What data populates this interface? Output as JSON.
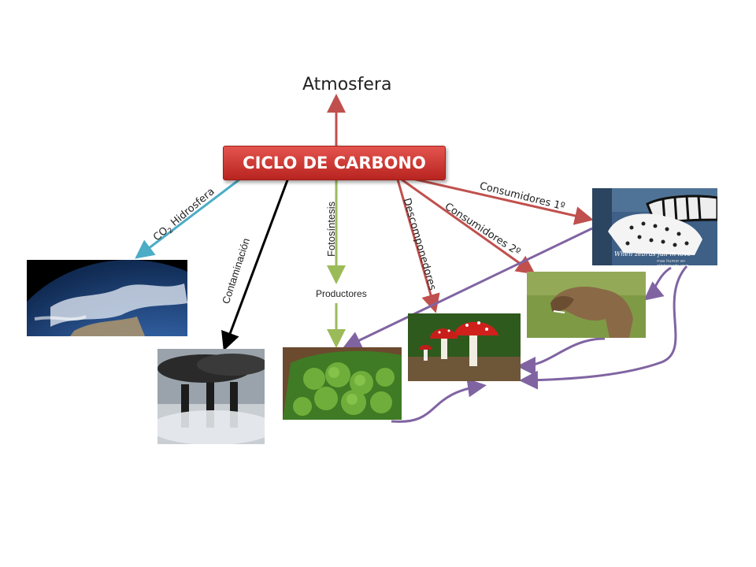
{
  "title": "CICLO DE CARBONO",
  "nodes": {
    "atmosfera": "Atmosfera",
    "productores": "Productores"
  },
  "edges": {
    "co2": "CO",
    "co2_sub": "2",
    "hidrosfera": " Hidrosfera",
    "contaminacion": "Contaminación",
    "fotosintesis": "Fotosíntesis",
    "descomponedores": "Descomponedores",
    "consumidores1": "Consumidores 1º",
    "consumidores2": "Consumidores 2º"
  },
  "photos": {
    "zebra_caption": "When zebras fall in love",
    "zebra_credit": "mas humor en elinternado.com"
  },
  "colors": {
    "red_arrow": "#c0504d",
    "blue_arrow": "#4bacc6",
    "black_arrow": "#000000",
    "green_arrow": "#9bbb59",
    "purple_arrow": "#8064a2",
    "title_fill": "#c9302c"
  }
}
